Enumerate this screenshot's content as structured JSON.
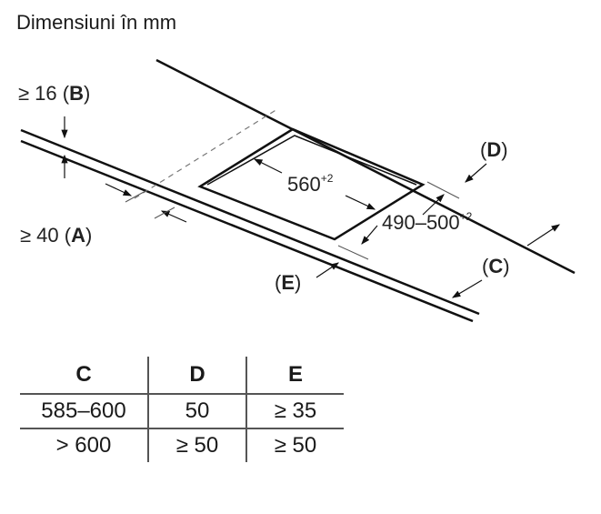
{
  "title": "Dimensiuni în mm",
  "labels": {
    "b": {
      "prefix": "≥ 16 (",
      "letter": "B",
      "suffix": ")"
    },
    "a": {
      "prefix": "≥ 40 (",
      "letter": "A",
      "suffix": ")"
    },
    "d": {
      "prefix": "(",
      "letter": "D",
      "suffix": ")"
    },
    "c": {
      "prefix": "(",
      "letter": "C",
      "suffix": ")"
    },
    "e": {
      "prefix": "(",
      "letter": "E",
      "suffix": ")"
    },
    "width": {
      "value": "560",
      "tol": "+2"
    },
    "depth": {
      "value": "490–500",
      "tol": "+2"
    }
  },
  "table": {
    "headers": [
      "C",
      "D",
      "E"
    ],
    "rows": [
      [
        "585–600",
        "50",
        "≥ 35"
      ],
      [
        "> 600",
        "≥ 50",
        "≥ 50"
      ]
    ]
  }
}
